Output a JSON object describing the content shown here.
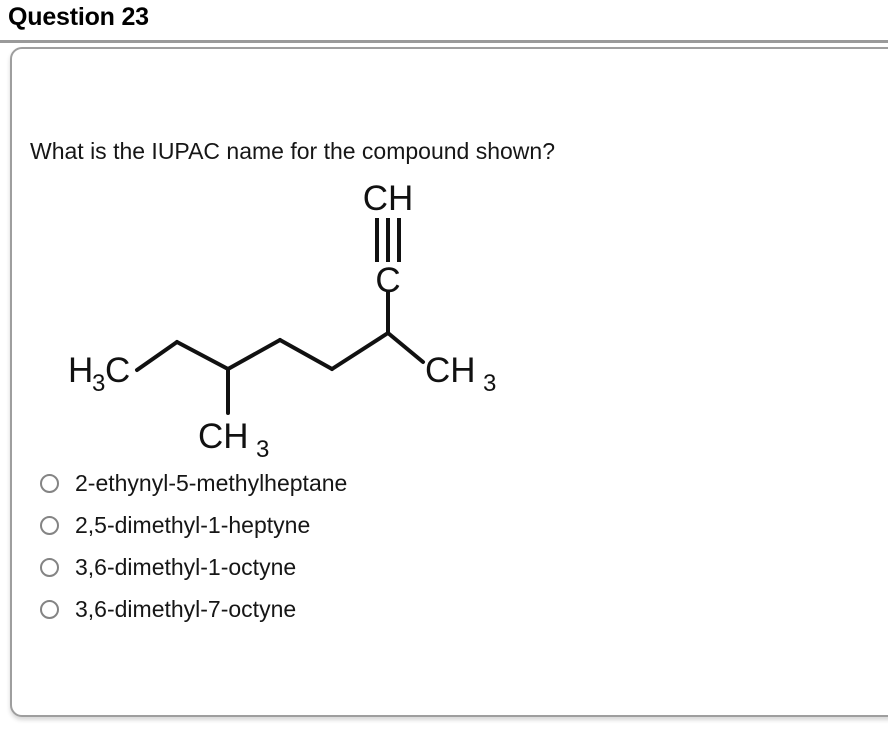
{
  "header": {
    "question_title": "Question 23"
  },
  "question": {
    "prompt": "What is the IUPAC name for the compound shown?"
  },
  "structure": {
    "description": "Skeletal structure of a branched alkyne",
    "labels": {
      "terminal_ch": "CH",
      "alkyne_c": "C",
      "left_methyl": "H",
      "left_methyl_sub": "3",
      "left_methyl_c": "C",
      "branch_methyl": "CH",
      "branch_methyl_sub": "3",
      "right_methyl": "CH",
      "right_methyl_sub": "3"
    }
  },
  "options": [
    {
      "id": "option-a",
      "label": "2-ethynyl-5-methylheptane",
      "selected": false
    },
    {
      "id": "option-b",
      "label": "2,5-dimethyl-1-heptyne",
      "selected": false
    },
    {
      "id": "option-c",
      "label": "3,6-dimethyl-1-octyne",
      "selected": false
    },
    {
      "id": "option-d",
      "label": "3,6-dimethyl-7-octyne",
      "selected": false
    }
  ],
  "colors": {
    "border": "#9e9e9e",
    "rule": "#9a9a9a",
    "text": "#161616",
    "radio_border": "#848484",
    "bond": "#111111"
  }
}
